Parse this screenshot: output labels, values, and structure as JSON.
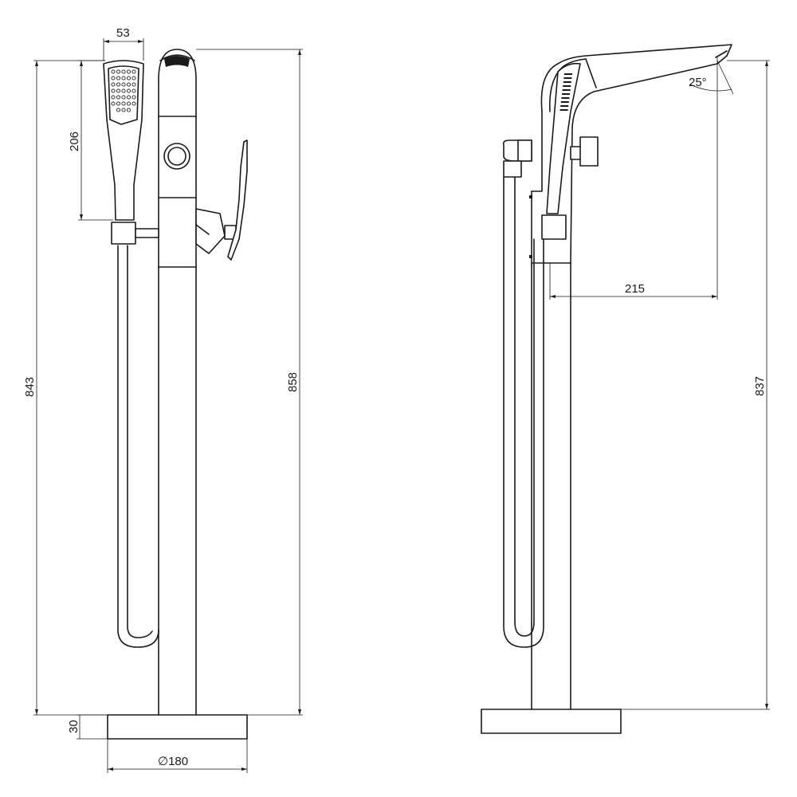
{
  "dimensions": {
    "handshower_width": "53",
    "handshower_length": "206",
    "overall_height_hose": "843",
    "overall_height_body": "858",
    "base_thickness": "30",
    "base_diameter": "∅180",
    "spout_angle": "25°",
    "spout_reach": "215",
    "spout_height": "837"
  },
  "icons": {
    "front_view": "freestanding-bath-mixer-front",
    "side_view": "freestanding-bath-mixer-side"
  },
  "colors": {
    "line": "#1a1a1a",
    "background": "#ffffff"
  }
}
